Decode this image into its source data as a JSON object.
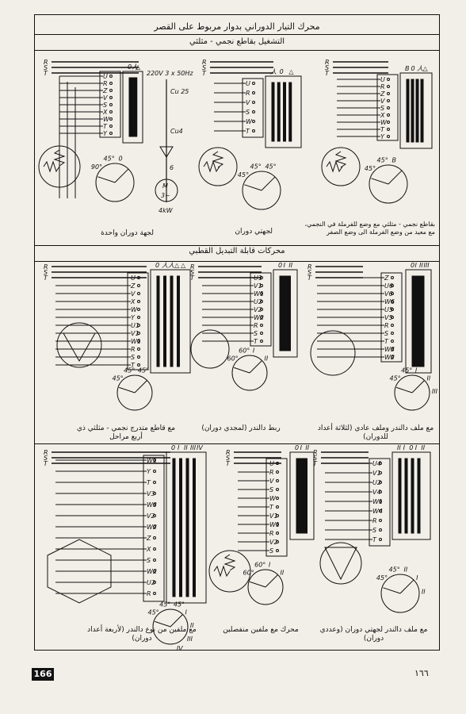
{
  "page": {
    "title": "محرك التيار الدوراني بدوار مربوط على القصر",
    "page_number": "166",
    "page_number_arabic": "١٦٦"
  },
  "sections": [
    {
      "heading": "التشغيل بقاطع نجمي - مثلثي",
      "supply_label": "220V 3 x 50Hz",
      "fuse_label_1": "Cu 25",
      "fuse_label_2": "Cu4",
      "motor_label": "M",
      "motor_sub": "3~",
      "motor_power": "4kW",
      "motor_num": "6",
      "captions": [
        "لجهة دوران واحدة",
        "لجهتي دوران",
        "بقاطع نجمي - مثلثي مع وضع للفرملة في النجمي، مع معيد من وضع الفرملة الى وضع الصفر"
      ]
    },
    {
      "heading": "محركات قابلة التبديل القطبي",
      "captions": [
        "مع قاطع متدرج نجمي - مثلثي ذي أربع مراحل",
        "ربط دالندر (لمجدي دوران)",
        "مع ملف دالندر وملف عادي (لثلاثة أعداد للدوران)"
      ]
    },
    {
      "captions": [
        "مع ملفين من نوع دالندر (لأربعة أعداد دوران)",
        "محرك مع ملفين منفصلين",
        "مع ملف دالندر لجهتي دوران (وعددي دوران)"
      ]
    }
  ],
  "terminal_labels": {
    "supply": [
      "R",
      "S",
      "T"
    ],
    "set1": [
      "U",
      "R",
      "Z",
      "V",
      "S",
      "X",
      "W",
      "T",
      "Y"
    ],
    "set2": [
      "U",
      "R",
      "V",
      "S",
      "W",
      "T"
    ],
    "motor_terms": [
      "U",
      "V",
      "W",
      "X",
      "Y",
      "Z"
    ],
    "dahl": [
      "U1",
      "V1",
      "W1",
      "U2",
      "V2",
      "W2"
    ]
  },
  "switch_positions": {
    "d1": [
      "0",
      "人",
      "△"
    ],
    "d2": [
      "人",
      "0",
      "△"
    ],
    "d3": [
      "B",
      "0",
      "人",
      "△"
    ],
    "d4": [
      "0",
      "人",
      "人",
      "△",
      "△"
    ],
    "d5": [
      "0",
      "I",
      "II"
    ],
    "d6": [
      "0",
      "I",
      "II",
      "III"
    ],
    "d7": [
      "0",
      "I",
      "II",
      "III",
      "IV"
    ],
    "d8": [
      "0",
      "I",
      "II"
    ],
    "d9": [
      "II",
      "I",
      "0",
      "I",
      "II"
    ]
  },
  "angles": {
    "a1": [
      "90°",
      "45°",
      "0"
    ],
    "a2": [
      "45°",
      "45°",
      "45°"
    ],
    "a3": [
      "45°",
      "45°",
      "B"
    ],
    "a4": [
      "45°",
      "45°",
      "45°"
    ],
    "a5": [
      "60°",
      "60°",
      "I",
      "II"
    ],
    "a6": [
      "45°",
      "45°",
      "I",
      "II",
      "III"
    ],
    "a7": [
      "45°",
      "45°",
      "45°",
      "I",
      "II",
      "III",
      "IV"
    ],
    "a8": [
      "60°",
      "60°",
      "I",
      "II"
    ],
    "a9": [
      "45°",
      "45°",
      "II",
      "I",
      "II"
    ]
  }
}
